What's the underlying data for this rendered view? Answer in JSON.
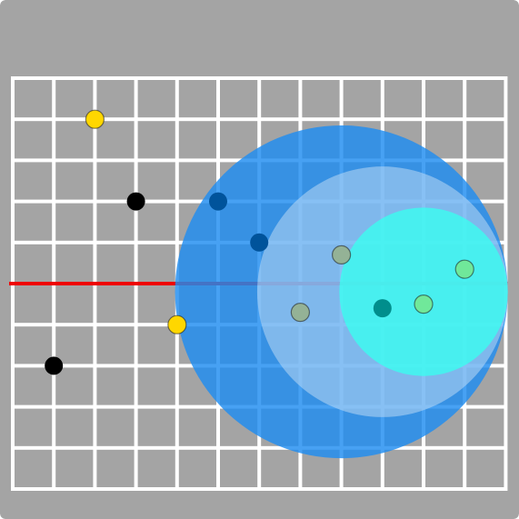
{
  "colors": {
    "frame": "#a4a4a4",
    "cell": "#a4a4a4",
    "grid_line": "#ffffff",
    "red_line": "#ee0000",
    "circle_large": "#1e8cf0",
    "circle_medium": "#c7dff5",
    "circle_small": "#38fff0",
    "dot_yellow": "#ffd700",
    "dot_black": "#000000",
    "dot_darkblue": "#00539b",
    "dot_teal": "#008e8c",
    "dot_green": "#70e89a",
    "dot_grey_green": "#94b296"
  },
  "grid": {
    "columns": 12,
    "rows": 10
  },
  "red_line_row": 5,
  "circles": [
    {
      "name": "circle-large",
      "col": 8,
      "row": 5.2,
      "radius_cells": 4.05,
      "color_key": "circle_large",
      "opacity": 0.82
    },
    {
      "name": "circle-medium",
      "col": 9,
      "row": 5.2,
      "radius_cells": 3.05,
      "color_key": "circle_medium",
      "opacity": 0.5
    },
    {
      "name": "circle-small",
      "col": 10,
      "row": 5.2,
      "radius_cells": 2.05,
      "color_key": "circle_small",
      "opacity": 0.78
    }
  ],
  "dots": [
    {
      "name": "yellow-dot",
      "col": 2,
      "row": 1,
      "color_key": "dot_yellow",
      "outline": true
    },
    {
      "name": "yellow-dot",
      "col": 4,
      "row": 6,
      "color_key": "dot_yellow",
      "outline": true
    },
    {
      "name": "black-dot",
      "col": 3,
      "row": 3,
      "color_key": "dot_black",
      "outline": false
    },
    {
      "name": "black-dot",
      "col": 1,
      "row": 7,
      "color_key": "dot_black",
      "outline": false
    },
    {
      "name": "dark-blue-dot",
      "col": 5,
      "row": 3,
      "color_key": "dot_darkblue",
      "outline": false
    },
    {
      "name": "dark-blue-dot",
      "col": 6,
      "row": 4,
      "color_key": "dot_darkblue",
      "outline": false
    },
    {
      "name": "grey-green-dot",
      "col": 8,
      "row": 4.3,
      "color_key": "dot_grey_green",
      "outline": true
    },
    {
      "name": "grey-green-dot",
      "col": 7,
      "row": 5.7,
      "color_key": "dot_grey_green",
      "outline": true
    },
    {
      "name": "teal-dot",
      "col": 9,
      "row": 5.6,
      "color_key": "dot_teal",
      "outline": false
    },
    {
      "name": "green-dot",
      "col": 10,
      "row": 5.5,
      "color_key": "dot_green",
      "outline": true
    },
    {
      "name": "green-dot",
      "col": 11,
      "row": 4.65,
      "color_key": "dot_green",
      "outline": true
    }
  ]
}
